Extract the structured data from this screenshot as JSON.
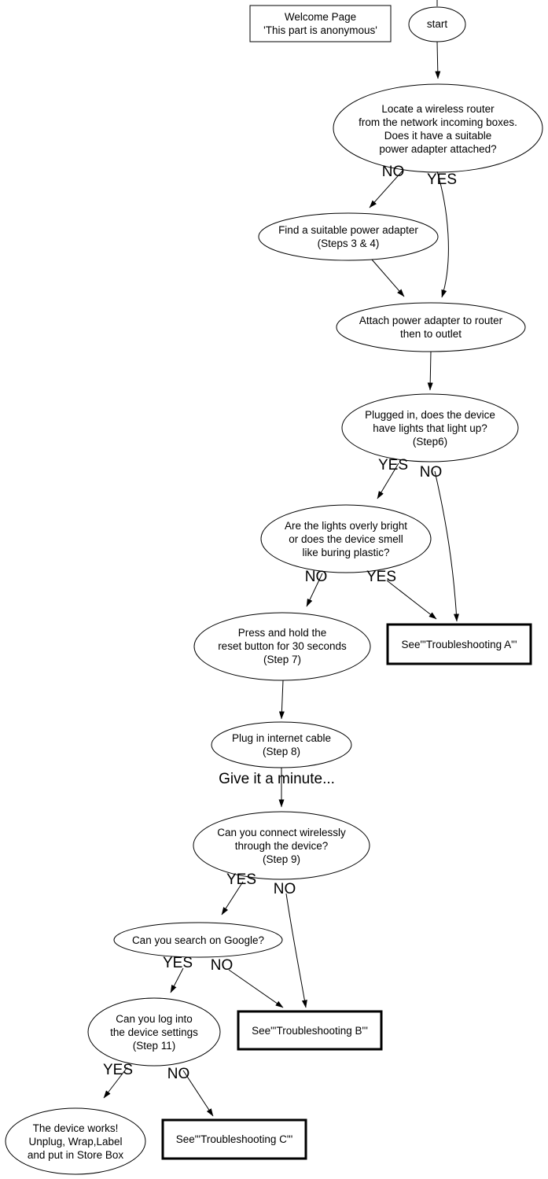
{
  "nodes": {
    "welcome": {
      "label": "Welcome Page\n'This part is anonymous'"
    },
    "start": {
      "label": "start"
    },
    "locate": {
      "label": "Locate a wireless router\nfrom the network incoming boxes.\nDoes it have a suitable\npower adapter attached?"
    },
    "find_adapter": {
      "label": "Find a suitable power adapter\n(Steps 3 & 4)"
    },
    "attach": {
      "label": "Attach power adapter to router\nthen to outlet"
    },
    "plugged": {
      "label": "Plugged in, does the device\nhave lights that light up?\n(Step6)"
    },
    "lights": {
      "label": "Are the lights overly bright\nor does the device smell\nlike buring plastic?"
    },
    "reset": {
      "label": "Press and hold the\nreset button for 30 seconds\n(Step 7)"
    },
    "troubleshooting_a": {
      "label": "See\"'Troubleshooting A\"'"
    },
    "plug_cable": {
      "label": "Plug in internet cable\n(Step 8)"
    },
    "connect": {
      "label": "Can you connect wirelessly\nthrough the device?\n(Step 9)"
    },
    "google": {
      "label": "Can you search on Google?"
    },
    "login": {
      "label": "Can you log into\nthe device settings\n(Step 11)"
    },
    "troubleshooting_b": {
      "label": "See\"'Troubleshooting B\"'"
    },
    "works": {
      "label": "The device works!\nUnplug, Wrap,Label\nand put in Store Box"
    },
    "troubleshooting_c": {
      "label": "See\"'Troubleshooting C\"'"
    }
  },
  "edge_labels": {
    "locate_no": "NO",
    "locate_yes": "YES",
    "plugged_yes": "YES",
    "plugged_no": "NO",
    "lights_no": "NO",
    "lights_yes": "YES",
    "cable_wait": "Give it a minute...",
    "connect_yes": "YES",
    "connect_no": "NO",
    "google_yes": "YES",
    "google_no": "NO",
    "login_yes": "YES",
    "login_no": "NO"
  },
  "colors": {
    "stroke": "#000000",
    "background": "#ffffff"
  }
}
